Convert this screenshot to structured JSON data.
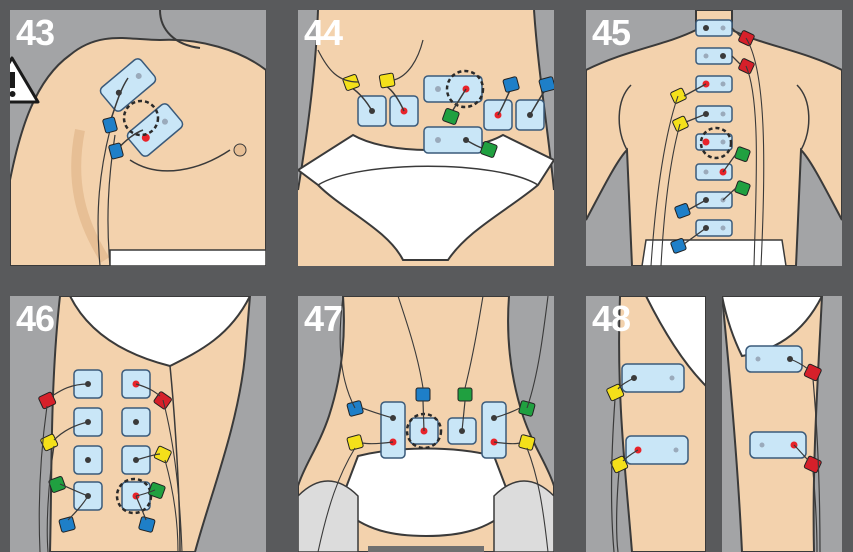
{
  "panels": [
    {
      "number": "43",
      "region": "chest"
    },
    {
      "number": "44",
      "region": "abdomen"
    },
    {
      "number": "45",
      "region": "back-spine"
    },
    {
      "number": "46",
      "region": "thigh-front"
    },
    {
      "number": "47",
      "region": "lower-back"
    },
    {
      "number": "48",
      "region": "thigh-sides"
    }
  ],
  "colors": {
    "background": "#595a5c",
    "panel_bg": "#a3a4a6",
    "skin": "#f3d2ad",
    "skin_shade": "#e7bf95",
    "outline": "#3a3a3a",
    "pad_fill": "#c9e6f7",
    "pad_border": "#3a5a7a",
    "active_dot": "#e8232a",
    "channel_red": "#d6202a",
    "channel_yellow": "#f4e01a",
    "channel_green": "#20a040",
    "channel_blue": "#1e7fc8",
    "brief": "#ffffff"
  },
  "icons": {
    "warning": "warning-triangle-icon",
    "target": "dashed-circle-target-icon"
  }
}
